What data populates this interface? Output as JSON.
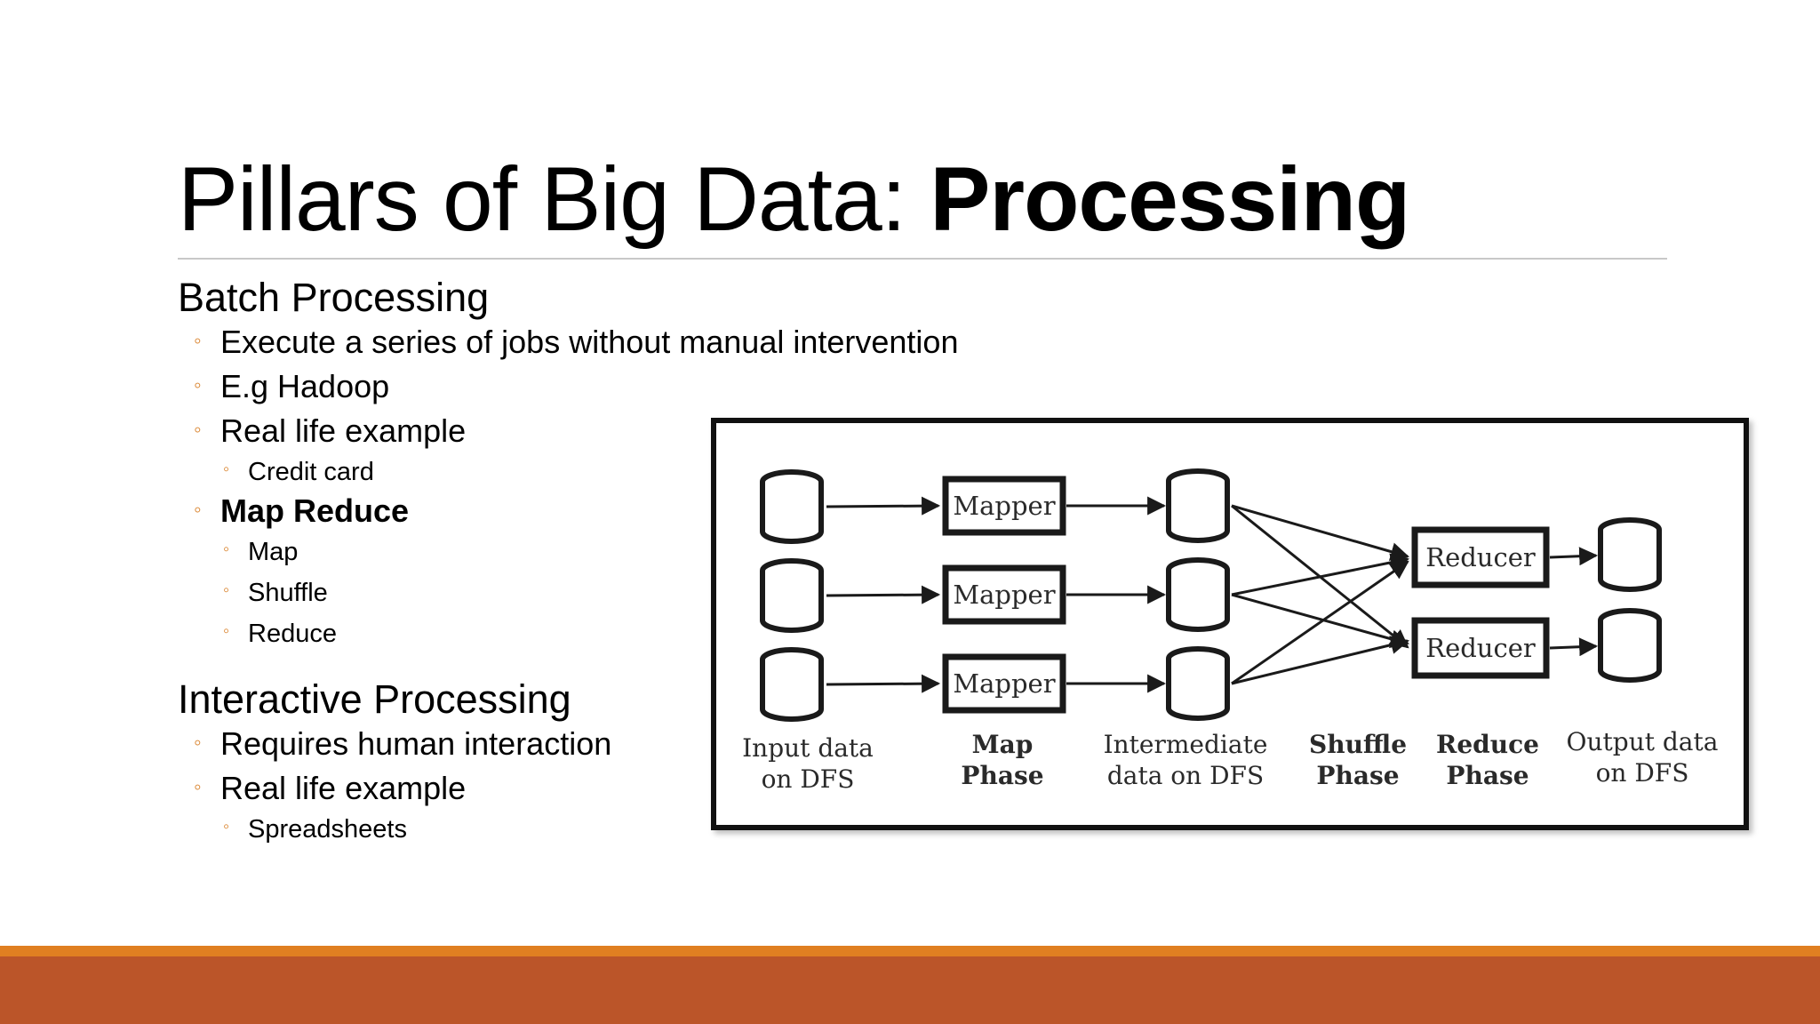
{
  "slide": {
    "title_regular": "Pillars of Big Data: ",
    "title_bold": "Processing",
    "batch": {
      "heading": "Batch Processing",
      "items": [
        "Execute a series of jobs without manual intervention",
        "E.g Hadoop",
        "Real life example"
      ],
      "real_life_sub": "Credit card",
      "map_reduce": "Map Reduce",
      "map_reduce_sub": [
        "Map",
        "Shuffle",
        "Reduce"
      ]
    },
    "interactive": {
      "heading": "Interactive Processing",
      "items": [
        "Requires human interaction",
        "Real life example"
      ],
      "real_life_sub": "Spreadsheets"
    }
  },
  "diagram": {
    "mapper_label": "Mapper",
    "reducer_label": "Reducer",
    "captions": {
      "input_1": "Input data",
      "input_2": "on DFS",
      "map_1": "Map",
      "map_2": "Phase",
      "intermediate_1": "Intermediate",
      "intermediate_2": "data on DFS",
      "shuffle_1": "Shuffle",
      "shuffle_2": "Phase",
      "reduce_1": "Reduce",
      "reduce_2": "Phase",
      "output_1": "Output data",
      "output_2": "on DFS"
    }
  },
  "colors": {
    "bullet": "#d9822b",
    "footer_stripe": "#e07f21",
    "footer": "#bb5529"
  }
}
